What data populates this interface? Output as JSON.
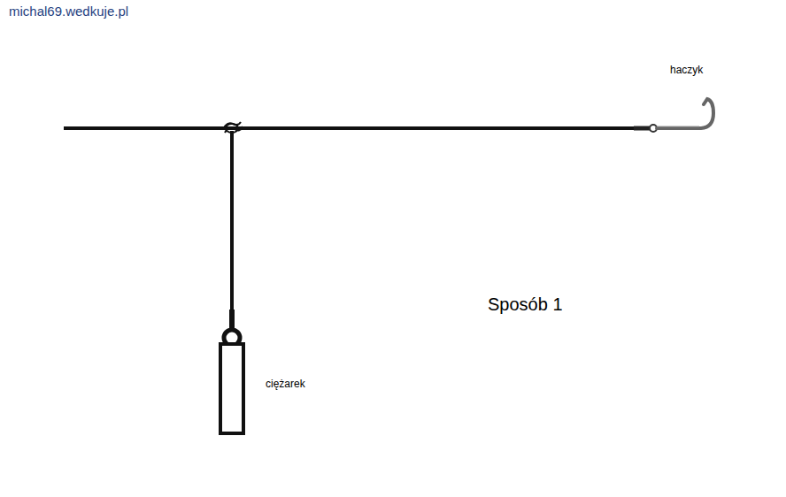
{
  "diagram": {
    "labels": [
      "michal69.wedkuje.pl",
      "haczyk",
      "ciężarek",
      "Sposób 1"
    ]
  }
}
